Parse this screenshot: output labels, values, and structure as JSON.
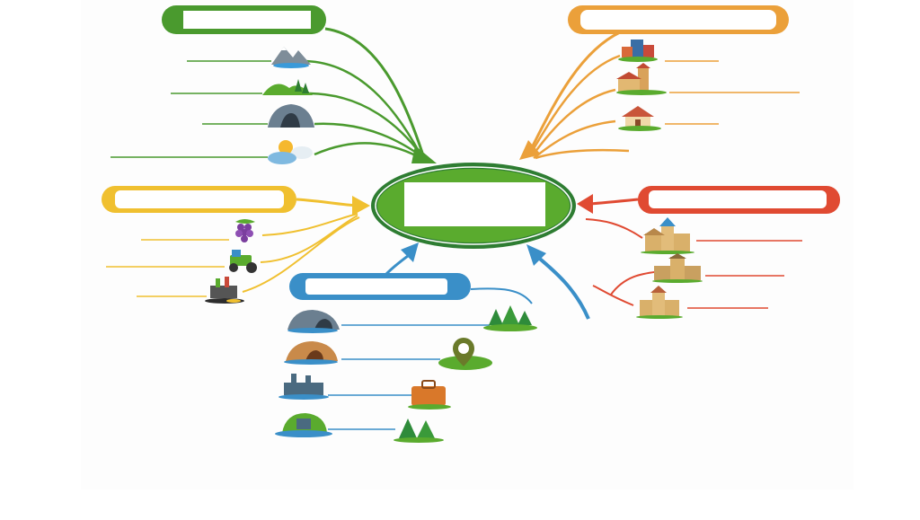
{
  "diagram": {
    "type": "mind-map",
    "center": {
      "label": "",
      "fill": "#5aab2e",
      "border": "#2e7d32"
    },
    "branches": [
      {
        "id": "green",
        "color": "#4a9a2e",
        "label": "",
        "icons": [
          "mountain-lake-icon",
          "green-hills-icon",
          "cave-icon",
          "weather-sun-cloud-icon"
        ]
      },
      {
        "id": "orange",
        "color": "#eba03a",
        "label": "",
        "icons": [
          "town-buildings-icon",
          "church-icon",
          "house-icon"
        ]
      },
      {
        "id": "yellow",
        "color": "#f0c030",
        "label": "",
        "icons": [
          "grapes-icon",
          "tractor-icon",
          "factory-icon"
        ]
      },
      {
        "id": "red",
        "color": "#e04a32",
        "label": "",
        "icons": [
          "cathedral-icon",
          "castle-icon",
          "chapel-icon"
        ]
      },
      {
        "id": "blue",
        "color": "#3a8fc8",
        "label": "",
        "icons": [
          "rock-cave-icon",
          "forest-icon",
          "sandstone-cave-icon",
          "location-pin-icon",
          "harbor-factory-icon",
          "suitcase-icon",
          "island-icon",
          "trees-icon"
        ]
      }
    ]
  }
}
